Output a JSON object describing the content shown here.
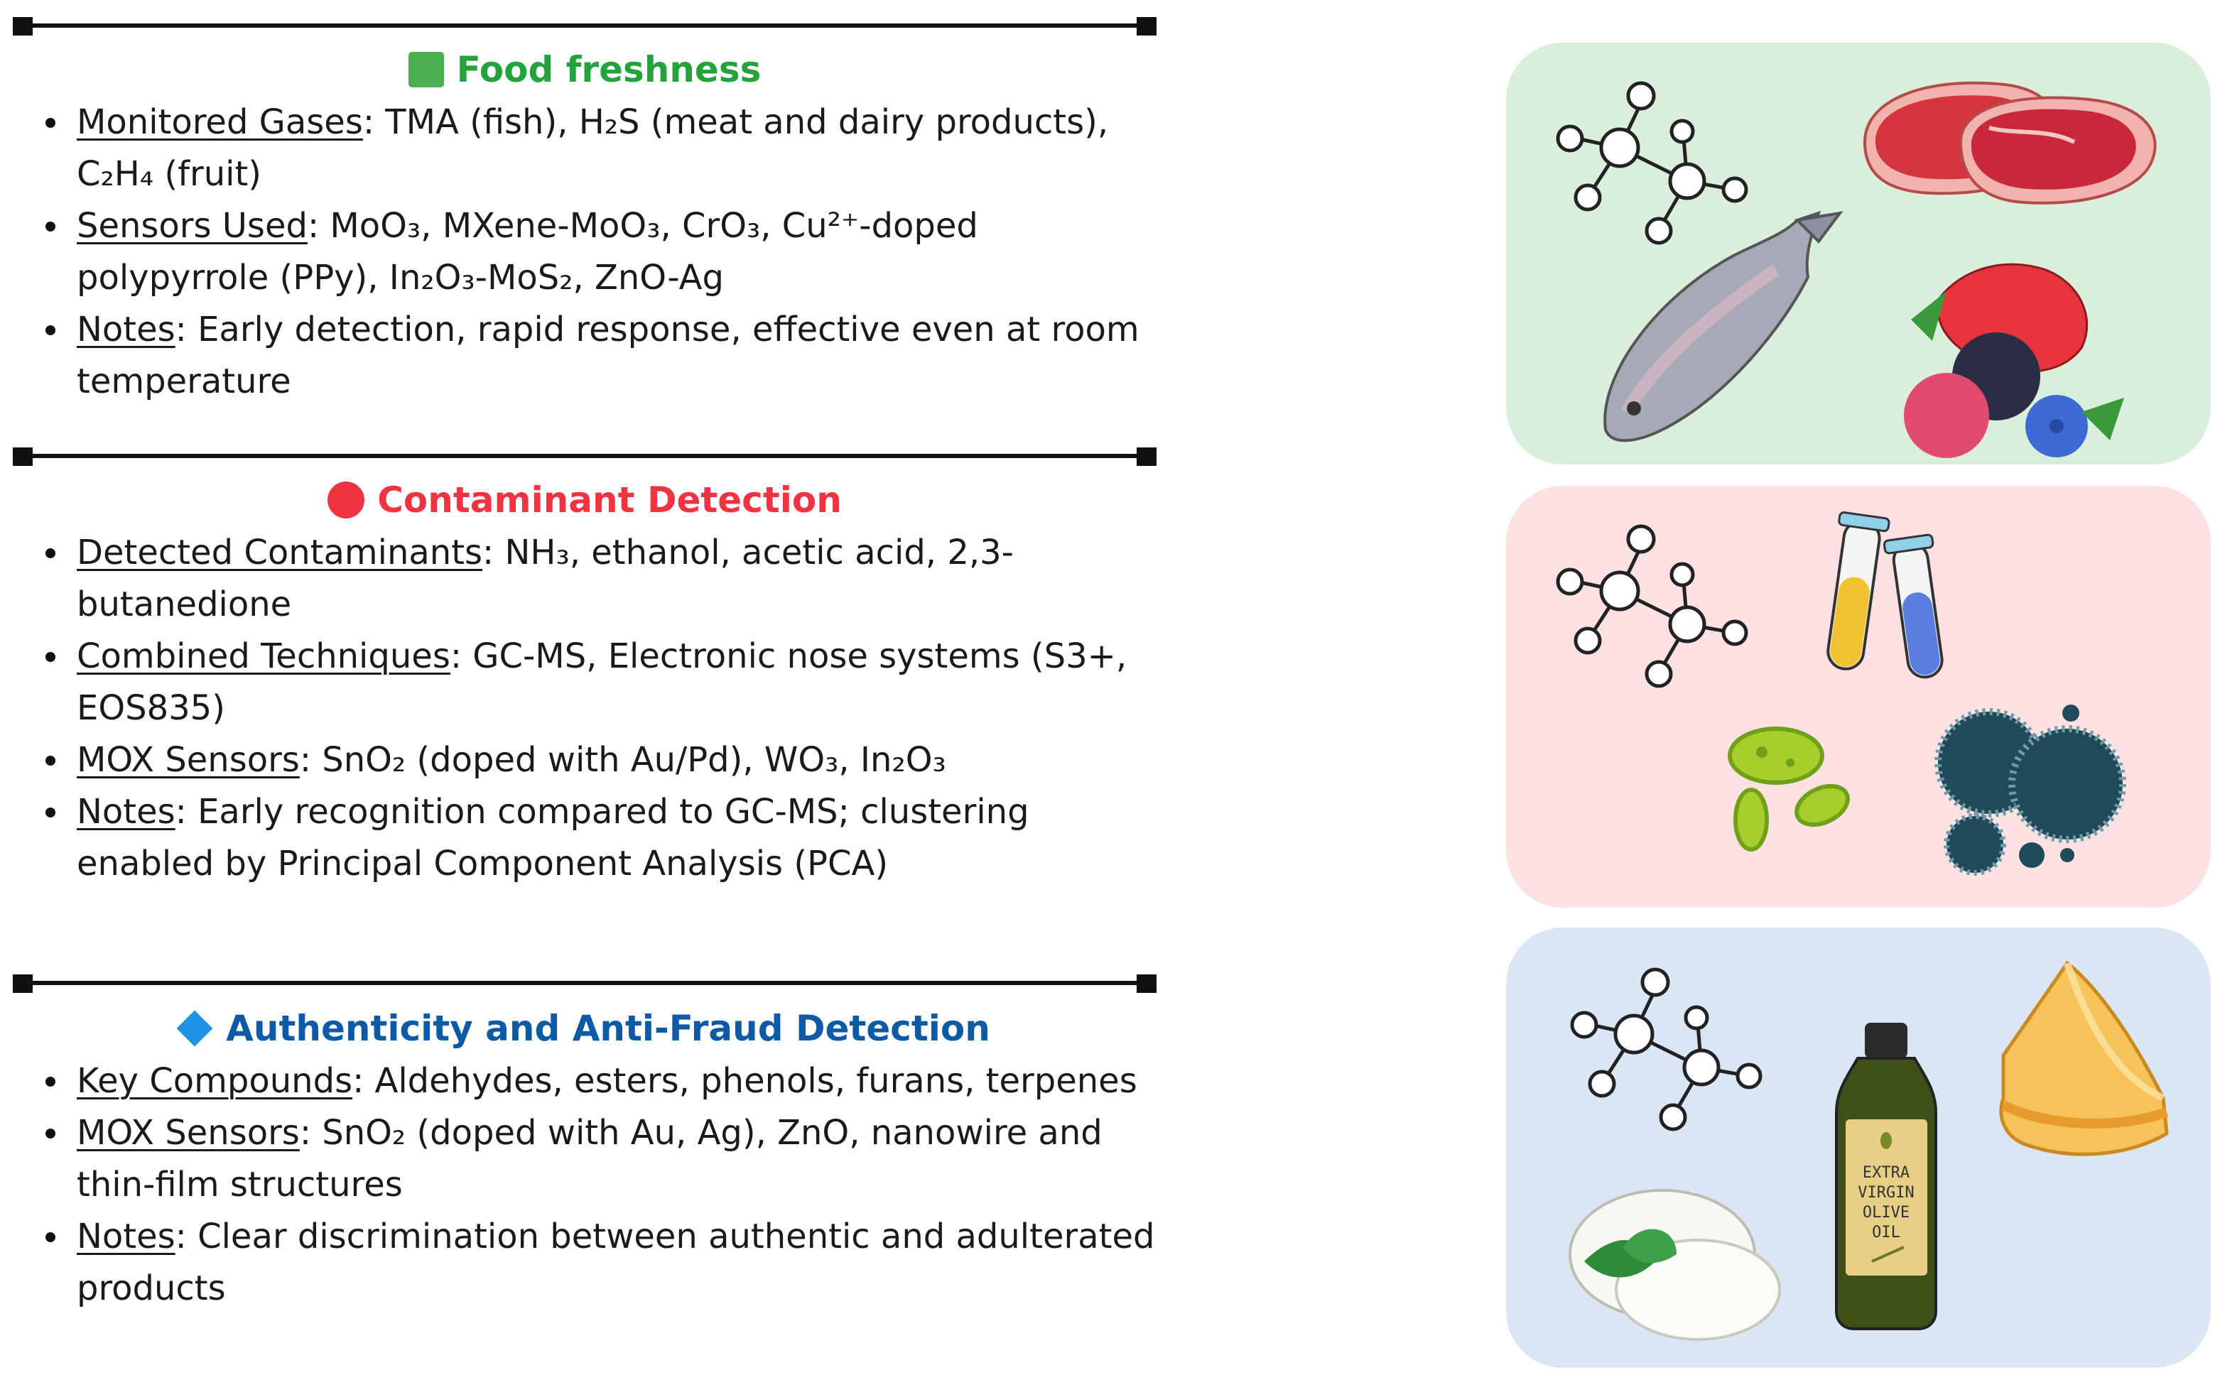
{
  "sections": [
    {
      "title": "Food freshness",
      "title_color": "#22a33c",
      "marker_color": "#4caf50",
      "items": [
        {
          "term": "Monitored Gases",
          "text": ": TMA (fish), H₂S (meat and dairy products), C₂H₄ (fruit)"
        },
        {
          "term": "Sensors Used",
          "text": ": MoO₃, MXene-MoO₃, CrO₃, Cu²⁺-doped polypyrrole (PPy), In₂O₃-MoS₂, ZnO-Ag"
        },
        {
          "term": "Notes",
          "text": ": Early detection, rapid response, effective even at room temperature"
        }
      ],
      "panel_color": "#d9efdc",
      "panel_icons": [
        "molecule-icon",
        "raw-meat-icon",
        "fish-icon",
        "berries-icon"
      ]
    },
    {
      "title": "Contaminant Detection",
      "title_color": "#ef3340",
      "marker_color": "#ef3340",
      "items": [
        {
          "term": "Detected Contaminants",
          "text": ": NH₃, ethanol, acetic acid, 2,3-butanedione"
        },
        {
          "term": "Combined Techniques",
          "text": ": GC-MS, Electronic nose systems (S3+, EOS835)"
        },
        {
          "term": "MOX Sensors",
          "text": ": SnO₂ (doped with Au/Pd), WO₃, In₂O₃"
        },
        {
          "term": "Notes",
          "text": ": Early recognition compared to GC-MS; clustering enabled by Principal Component Analysis (PCA)"
        }
      ],
      "panel_color": "#fbe1e1",
      "panel_icons": [
        "molecule-icon",
        "test-tubes-icon",
        "bacteria-icon",
        "mold-icon"
      ]
    },
    {
      "title": "Authenticity and Anti-Fraud Detection",
      "title_color": "#0d5aa7",
      "marker_color": "#1e90e6",
      "items": [
        {
          "term": "Key Compounds",
          "text": ": Aldehydes, esters, phenols, furans, terpenes"
        },
        {
          "term": "MOX Sensors",
          "text": ": SnO₂ (doped with Au, Ag), ZnO, nanowire and thin-film structures"
        },
        {
          "term": "Notes",
          "text": ": Clear discrimination between authentic and adulterated products"
        }
      ],
      "panel_color": "#dbe6f4",
      "panel_icons": [
        "molecule-icon",
        "olive-oil-bottle-icon",
        "cheese-icon",
        "mozzarella-icon"
      ]
    }
  ],
  "olive_oil_label": [
    "EXTRA",
    "VIRGIN",
    "OLIVE",
    "OIL"
  ]
}
